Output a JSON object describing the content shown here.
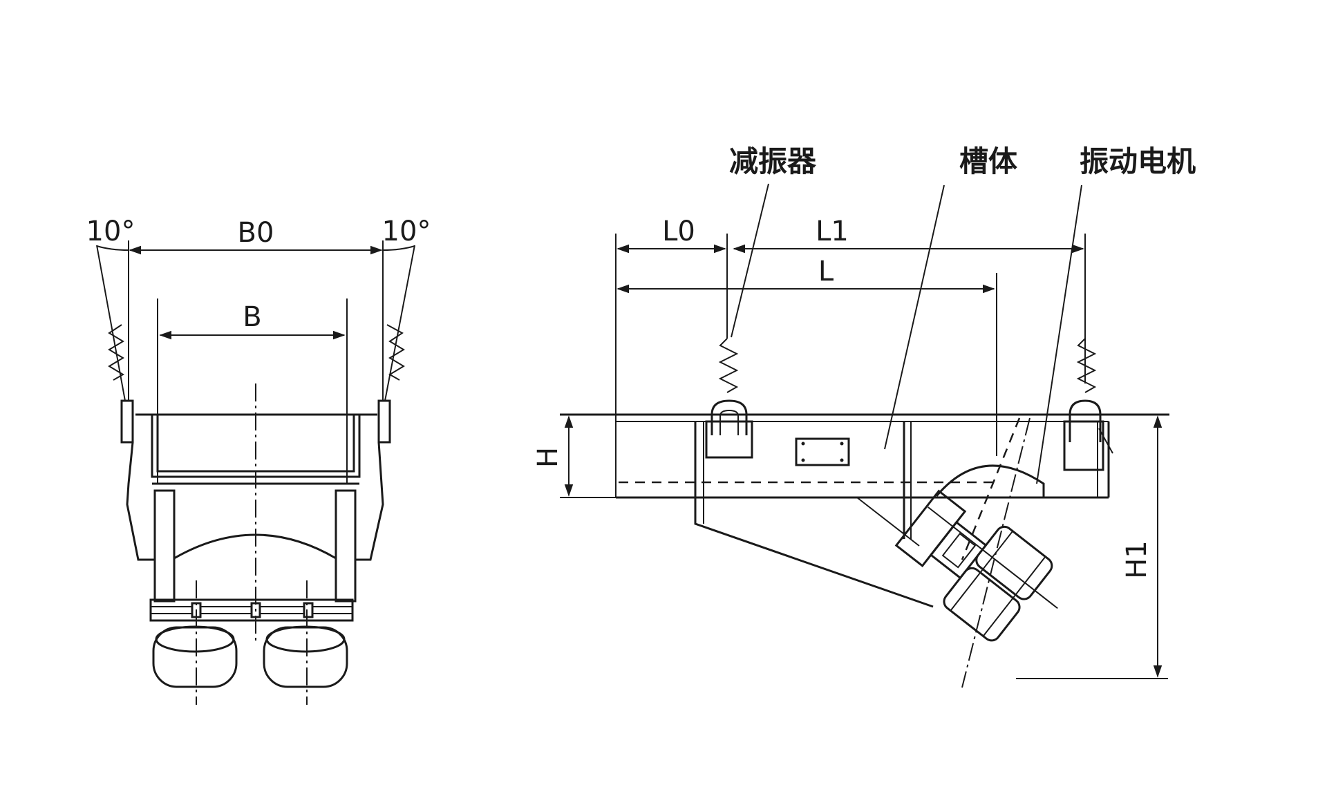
{
  "left_view": {
    "angle_left": "10°",
    "angle_right": "10°",
    "dim_b0": "B0",
    "dim_b": "B"
  },
  "right_view": {
    "label_damper": "减振器",
    "label_trough": "槽体",
    "label_motor": "振动电机",
    "dim_l0": "L0",
    "dim_l1": "L1",
    "dim_l": "L",
    "dim_h": "H",
    "dim_h1": "H1"
  }
}
